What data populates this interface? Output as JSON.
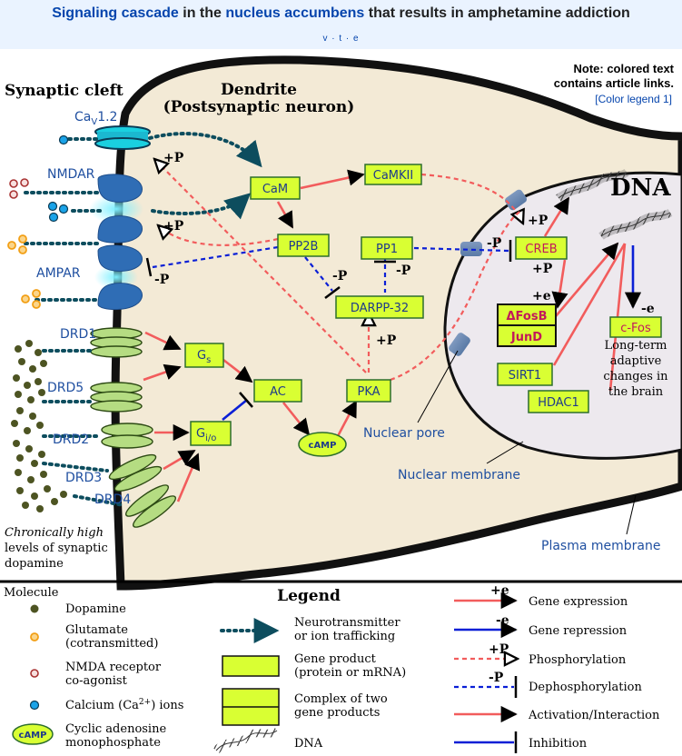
{
  "header": {
    "title_part1": "Signaling cascade",
    "title_part2": " in the ",
    "title_part3": "nucleus accumbens",
    "title_part4": " that results in amphetamine addiction",
    "vte": "v · t · e"
  },
  "note": {
    "line1": "Note: colored text",
    "line2": "contains article links.",
    "color_legend": "[Color legend 1]"
  },
  "regions": {
    "synaptic_cleft": "Synaptic cleft",
    "dendrite_line1": "Dendrite",
    "dendrite_line2": "(Postsynaptic neuron)",
    "dna": "DNA",
    "nuclear_pore": "Nuclear pore",
    "nuclear_membrane": "Nuclear membrane",
    "plasma_membrane": "Plasma membrane",
    "chronic_line1": "Chronically high",
    "chronic_line2": "levels of synaptic",
    "chronic_line3": "dopamine",
    "long_term_line1": "Long-term",
    "long_term_line2": "adaptive",
    "long_term_line3": "changes in",
    "long_term_line4": "the brain"
  },
  "receptors": {
    "cav_base": "Ca",
    "cav_sub": "V",
    "cav_rest": "1.2",
    "nmdar": "NMDAR",
    "ampar": "AMPAR",
    "drd1": "DRD1",
    "drd5": "DRD5",
    "drd2": "DRD2",
    "drd3": "DRD3",
    "drd4": "DRD4"
  },
  "nodes": {
    "cam": "CaM",
    "camkii": "CaMKII",
    "pp2b": "PP2B",
    "pp1": "PP1",
    "darpp32": "DARPP-32",
    "gs_base": "G",
    "gs_sub": "s",
    "gio_base": "G",
    "gio_sub": "i/o",
    "ac": "AC",
    "camp": "cAMP",
    "pka": "PKA",
    "creb": "CREB",
    "dfosb": "ΔFosB",
    "jund": "JunD",
    "sirt1": "SIRT1",
    "hdac1": "HDAC1",
    "cfos": "c-Fos"
  },
  "signs": {
    "plus_p": "+P",
    "minus_p": "-P",
    "plus_e": "+e",
    "minus_e": "-e"
  },
  "legend": {
    "title": "Legend",
    "molecule_header": "Molecule",
    "dopamine": "Dopamine",
    "glutamate_line1": "Glutamate",
    "glutamate_line2": "(cotransmitted)",
    "nmda_line1": "NMDA receptor",
    "nmda_line2": "co-agonist",
    "calcium_line1": "Calcium (Ca",
    "calcium_sup": "2+",
    "calcium_line2": ") ions",
    "camp_line1": "Cyclic adenosine",
    "camp_line2": "monophosphate",
    "trafficking_line1": "Neurotransmitter",
    "trafficking_line2": "or ion trafficking",
    "gene_product_line1": "Gene product",
    "gene_product_line2": "(protein or mRNA)",
    "complex_line1": "Complex of two",
    "complex_line2": "gene products",
    "dna": "DNA",
    "gene_expression": "Gene expression",
    "gene_repression": "Gene repression",
    "phosphorylation": "Phosphorylation",
    "dephosphorylation": "Dephosphorylation",
    "activation": "Activation/Interaction",
    "inhibition": "Inhibition"
  },
  "colors": {
    "activation": "#f25c5c",
    "inhibition": "#0a1fd6",
    "trafficking": "#0d4d5e",
    "gene_product": "#d9ff33",
    "cytoplasm": "#f3ead6",
    "nucleus": "#ede9ee",
    "receptor_blue": "#2f6db5",
    "receptor_green": "#b5dc82",
    "dopamine": "#4d5422",
    "glutamate": "#f29f16",
    "calcium": "#1aa3e8",
    "label_blue": "#1f4fa0",
    "creb_text": "#c2185b"
  }
}
